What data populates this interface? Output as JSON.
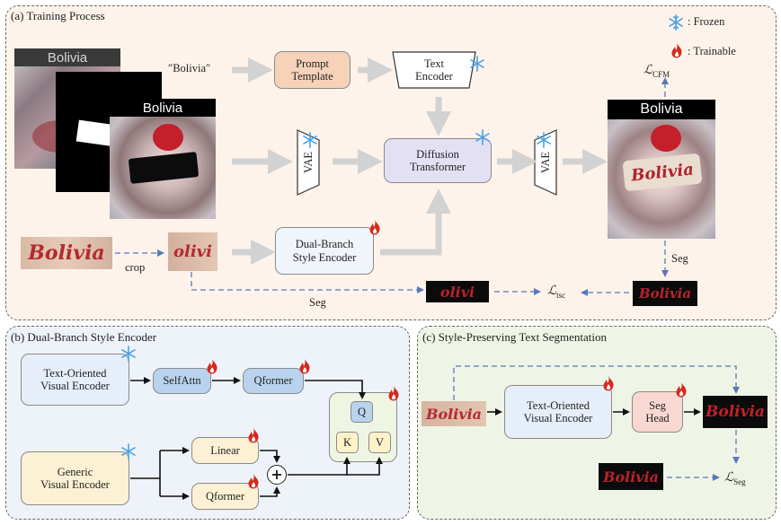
{
  "legend": {
    "frozen": "Frozen",
    "trainable": "Trainable",
    "colon": ":"
  },
  "panel_a": {
    "title": "(a) Training Process",
    "image_caption": "Bolivia",
    "prompt_text": "″Bolivia″",
    "prompt_template": "Prompt\nTemplate",
    "text_encoder": "Text\nEncoder",
    "vae_in": "VAE",
    "vae_out": "VAE",
    "diffusion": "Diffusion\nTransformer",
    "style_encoder": "Dual-Branch\nStyle Encoder",
    "crop": "crop",
    "seg_bottom": "Seg",
    "seg_right": "Seg",
    "loss_cfm_main": "ℒ",
    "loss_cfm_sub": "CFM",
    "loss_tsc_main": "ℒ",
    "loss_tsc_sub": "tsc",
    "word_full": "Bolivia",
    "word_crop": "olivi"
  },
  "panel_b": {
    "title": "(b) Dual-Branch Style Encoder",
    "text_visual_encoder": "Text-Oriented\nVisual Encoder",
    "selfattn": "SelfAttn",
    "qformer_top": "Qformer",
    "generic_encoder": "Generic\nVisual Encoder",
    "linear": "Linear",
    "qformer_bottom": "Qformer",
    "q": "Q",
    "k": "K",
    "v": "V",
    "plus": "+"
  },
  "panel_c": {
    "title": "(c) Style-Preserving Text Segmentation",
    "text_visual_encoder": "Text-Oriented\nVisual Encoder",
    "seg_head": "Seg\nHead",
    "word": "Bolivia",
    "loss_main": "ℒ",
    "loss_sub": "Seg"
  },
  "colors": {
    "panel_a_bg": "#fdf3ea",
    "panel_b_bg": "#eef3f9",
    "panel_c_bg": "#eff5e6",
    "frozen_blue": "#4aa3e8",
    "flame_red": "#d8291c",
    "arrow_gray": "#d2d2d2",
    "dashed_blue": "#5a78b8",
    "prompt_fill": "#f6d2b8",
    "diffusion_fill": "#e4e0f4",
    "encoder_fill": "#e6eef9",
    "module_fill": "#b9d3ee",
    "generic_fill": "#fcf1d4",
    "qkv_fill": "#fff1c8",
    "seghead_fill": "#f8d8d0"
  },
  "icons": [
    "snowflake-icon",
    "flame-icon"
  ]
}
